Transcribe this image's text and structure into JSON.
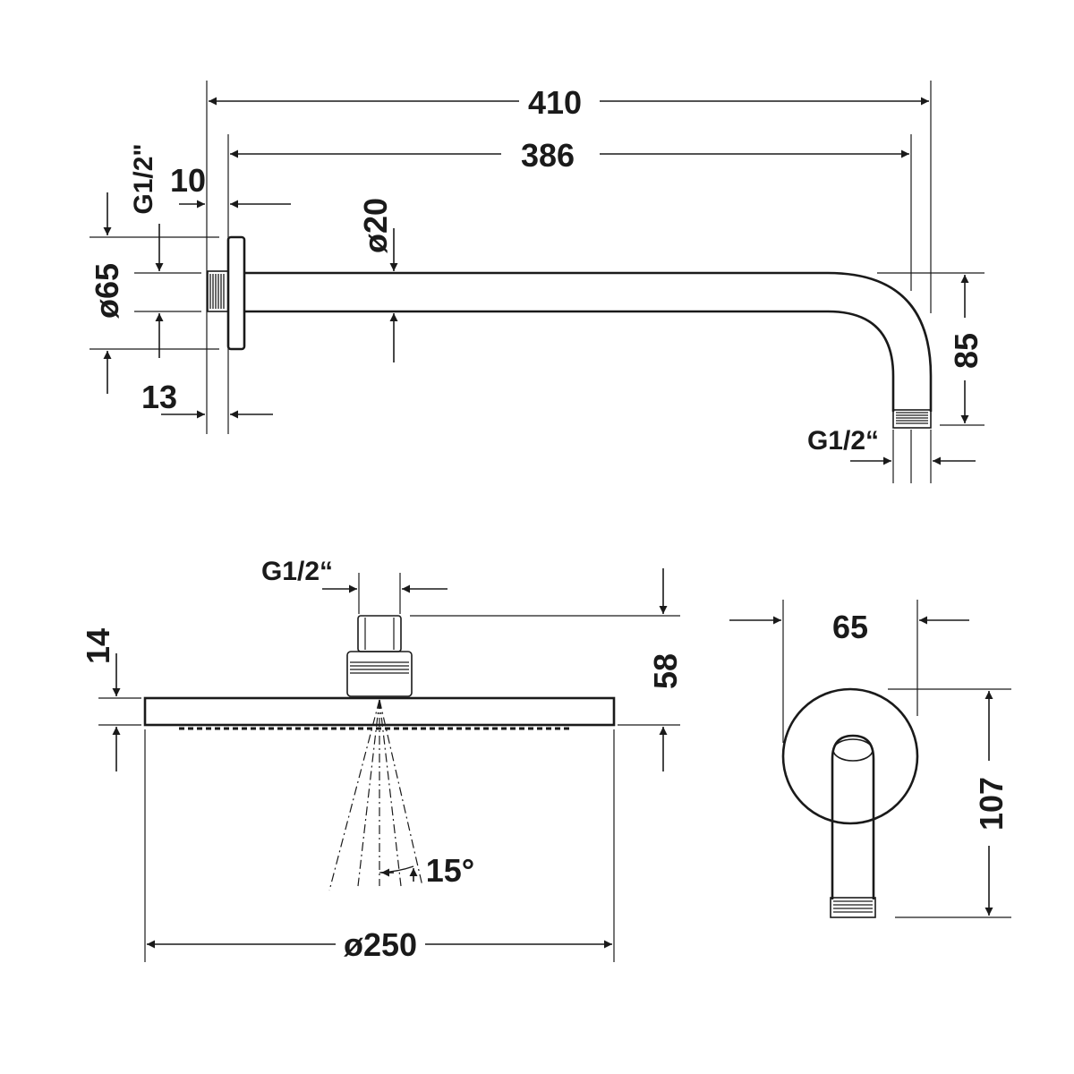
{
  "dimensions": {
    "total_length": "410",
    "arm_length": "386",
    "flange_offset": "10",
    "flange_thickness": "13",
    "flange_diameter": "ø65",
    "pipe_diameter": "ø20",
    "drop_height": "85",
    "thread_wall": "G1/2\"",
    "thread_outlet": "G1/2“",
    "thread_head": "G1/2“",
    "head_thickness": "14",
    "head_height": "58",
    "head_diameter": "ø250",
    "spray_angle": "15°",
    "rosette_width": "65",
    "rosette_height": "107"
  }
}
